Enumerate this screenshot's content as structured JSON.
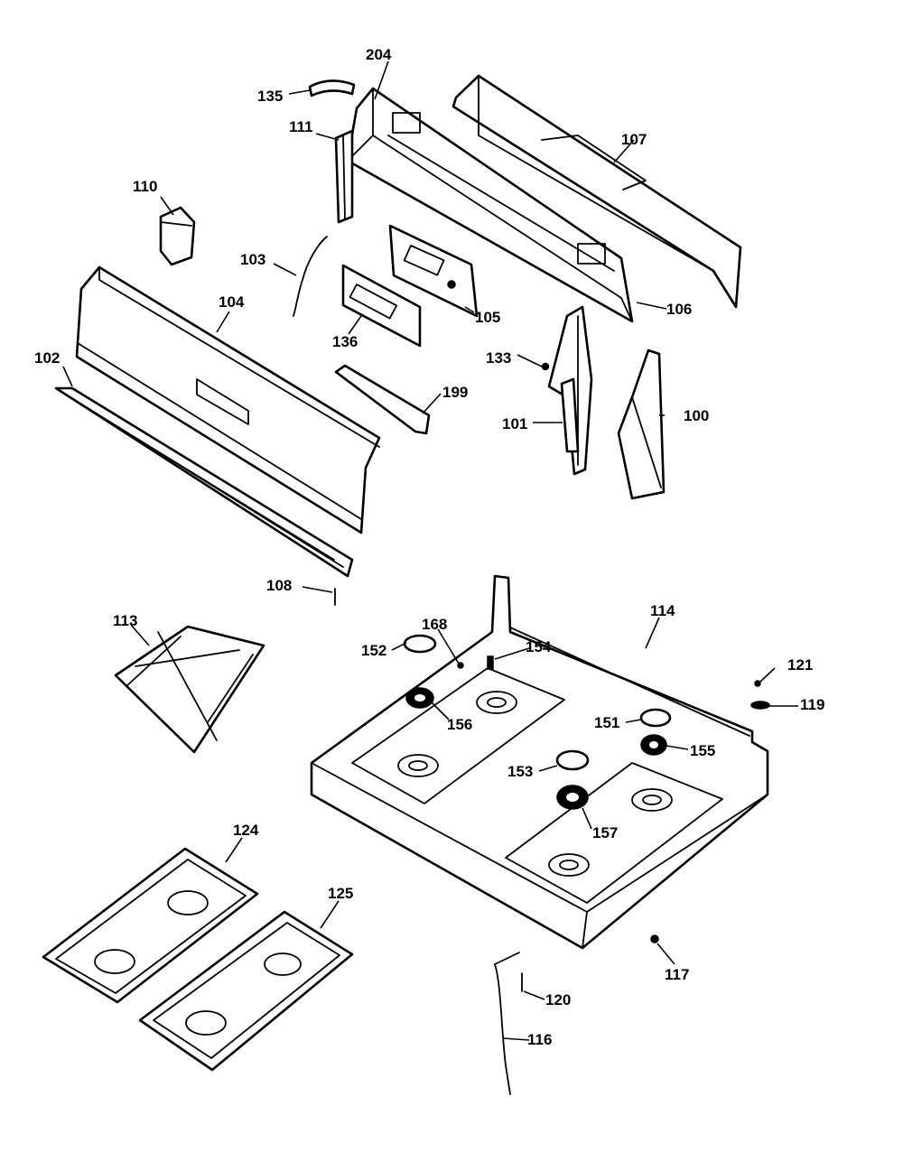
{
  "callouts": [
    {
      "id": "100",
      "label": "100"
    },
    {
      "id": "101",
      "label": "101"
    },
    {
      "id": "102",
      "label": "102"
    },
    {
      "id": "103",
      "label": "103"
    },
    {
      "id": "104",
      "label": "104"
    },
    {
      "id": "105",
      "label": "105"
    },
    {
      "id": "106",
      "label": "106"
    },
    {
      "id": "107",
      "label": "107"
    },
    {
      "id": "108",
      "label": "108"
    },
    {
      "id": "110",
      "label": "110"
    },
    {
      "id": "111",
      "label": "111"
    },
    {
      "id": "113",
      "label": "113"
    },
    {
      "id": "114",
      "label": "114"
    },
    {
      "id": "116",
      "label": "116"
    },
    {
      "id": "117",
      "label": "117"
    },
    {
      "id": "119",
      "label": "119"
    },
    {
      "id": "120",
      "label": "120"
    },
    {
      "id": "121",
      "label": "121"
    },
    {
      "id": "124",
      "label": "124"
    },
    {
      "id": "125",
      "label": "125"
    },
    {
      "id": "133",
      "label": "133"
    },
    {
      "id": "135",
      "label": "135"
    },
    {
      "id": "136",
      "label": "136"
    },
    {
      "id": "151",
      "label": "151"
    },
    {
      "id": "152",
      "label": "152"
    },
    {
      "id": "153",
      "label": "153"
    },
    {
      "id": "154",
      "label": "154"
    },
    {
      "id": "155",
      "label": "155"
    },
    {
      "id": "156",
      "label": "156"
    },
    {
      "id": "157",
      "label": "157"
    },
    {
      "id": "168",
      "label": "168"
    },
    {
      "id": "199",
      "label": "199"
    },
    {
      "id": "204",
      "label": "204"
    }
  ]
}
